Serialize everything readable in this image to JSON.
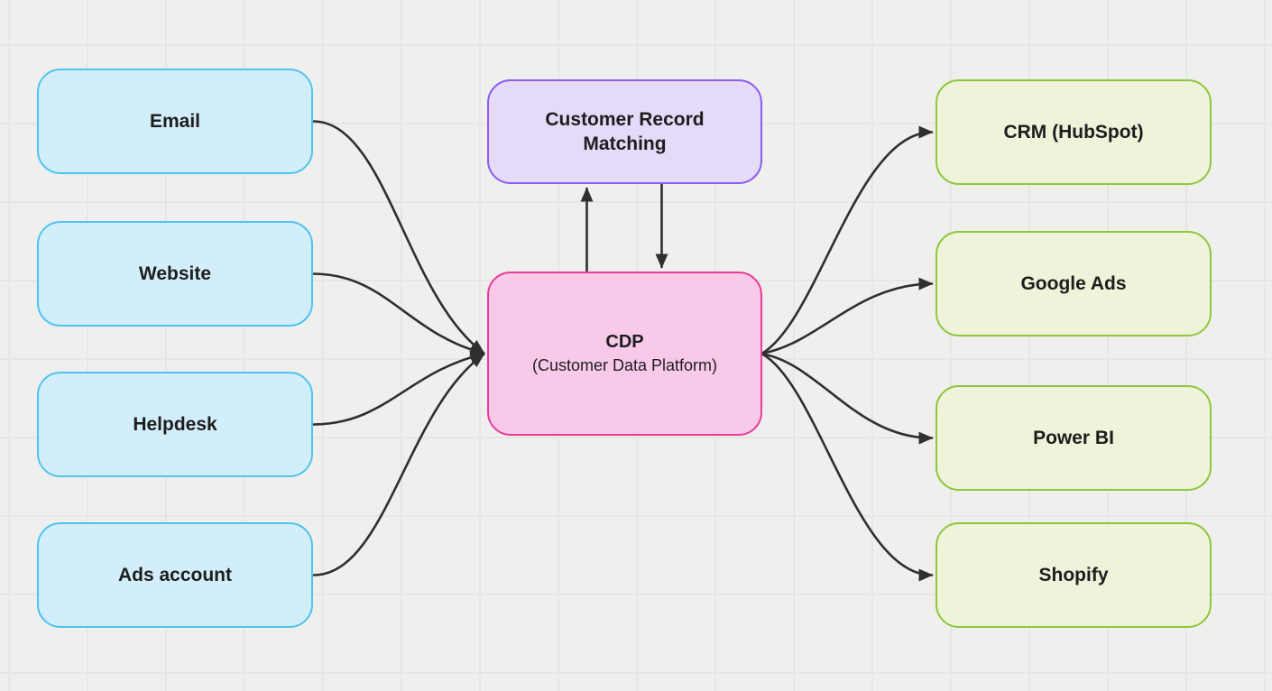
{
  "diagram": {
    "background_color": "#efefed",
    "grid_color": "#e6e6e4",
    "arrow_color": "#2f2f2f",
    "sources": [
      {
        "id": "email",
        "label": "Email"
      },
      {
        "id": "website",
        "label": "Website"
      },
      {
        "id": "helpdesk",
        "label": "Helpdesk"
      },
      {
        "id": "ads-account",
        "label": "Ads account"
      }
    ],
    "source_style": {
      "fill": "#d3eefb",
      "border": "#4ec3f0"
    },
    "matching": {
      "id": "customer-record-matching",
      "label": "Customer Record Matching",
      "fill": "#e5daf8",
      "border": "#8a5cf0"
    },
    "center": {
      "id": "cdp",
      "title": "CDP",
      "subtitle": "(Customer Data Platform)",
      "fill": "#f8c9e9",
      "border": "#ea3b9b"
    },
    "destinations": [
      {
        "id": "crm-hubspot",
        "label": "CRM (HubSpot)"
      },
      {
        "id": "google-ads",
        "label": "Google Ads"
      },
      {
        "id": "power-bi",
        "label": "Power BI"
      },
      {
        "id": "shopify",
        "label": "Shopify"
      }
    ],
    "destination_style": {
      "fill": "#eef3d9",
      "border": "#90c63e"
    },
    "connections": [
      {
        "from": "email",
        "to": "cdp"
      },
      {
        "from": "website",
        "to": "cdp"
      },
      {
        "from": "helpdesk",
        "to": "cdp"
      },
      {
        "from": "ads-account",
        "to": "cdp"
      },
      {
        "from": "cdp",
        "to": "customer-record-matching"
      },
      {
        "from": "customer-record-matching",
        "to": "cdp"
      },
      {
        "from": "cdp",
        "to": "crm-hubspot"
      },
      {
        "from": "cdp",
        "to": "google-ads"
      },
      {
        "from": "cdp",
        "to": "power-bi"
      },
      {
        "from": "cdp",
        "to": "shopify"
      }
    ]
  }
}
